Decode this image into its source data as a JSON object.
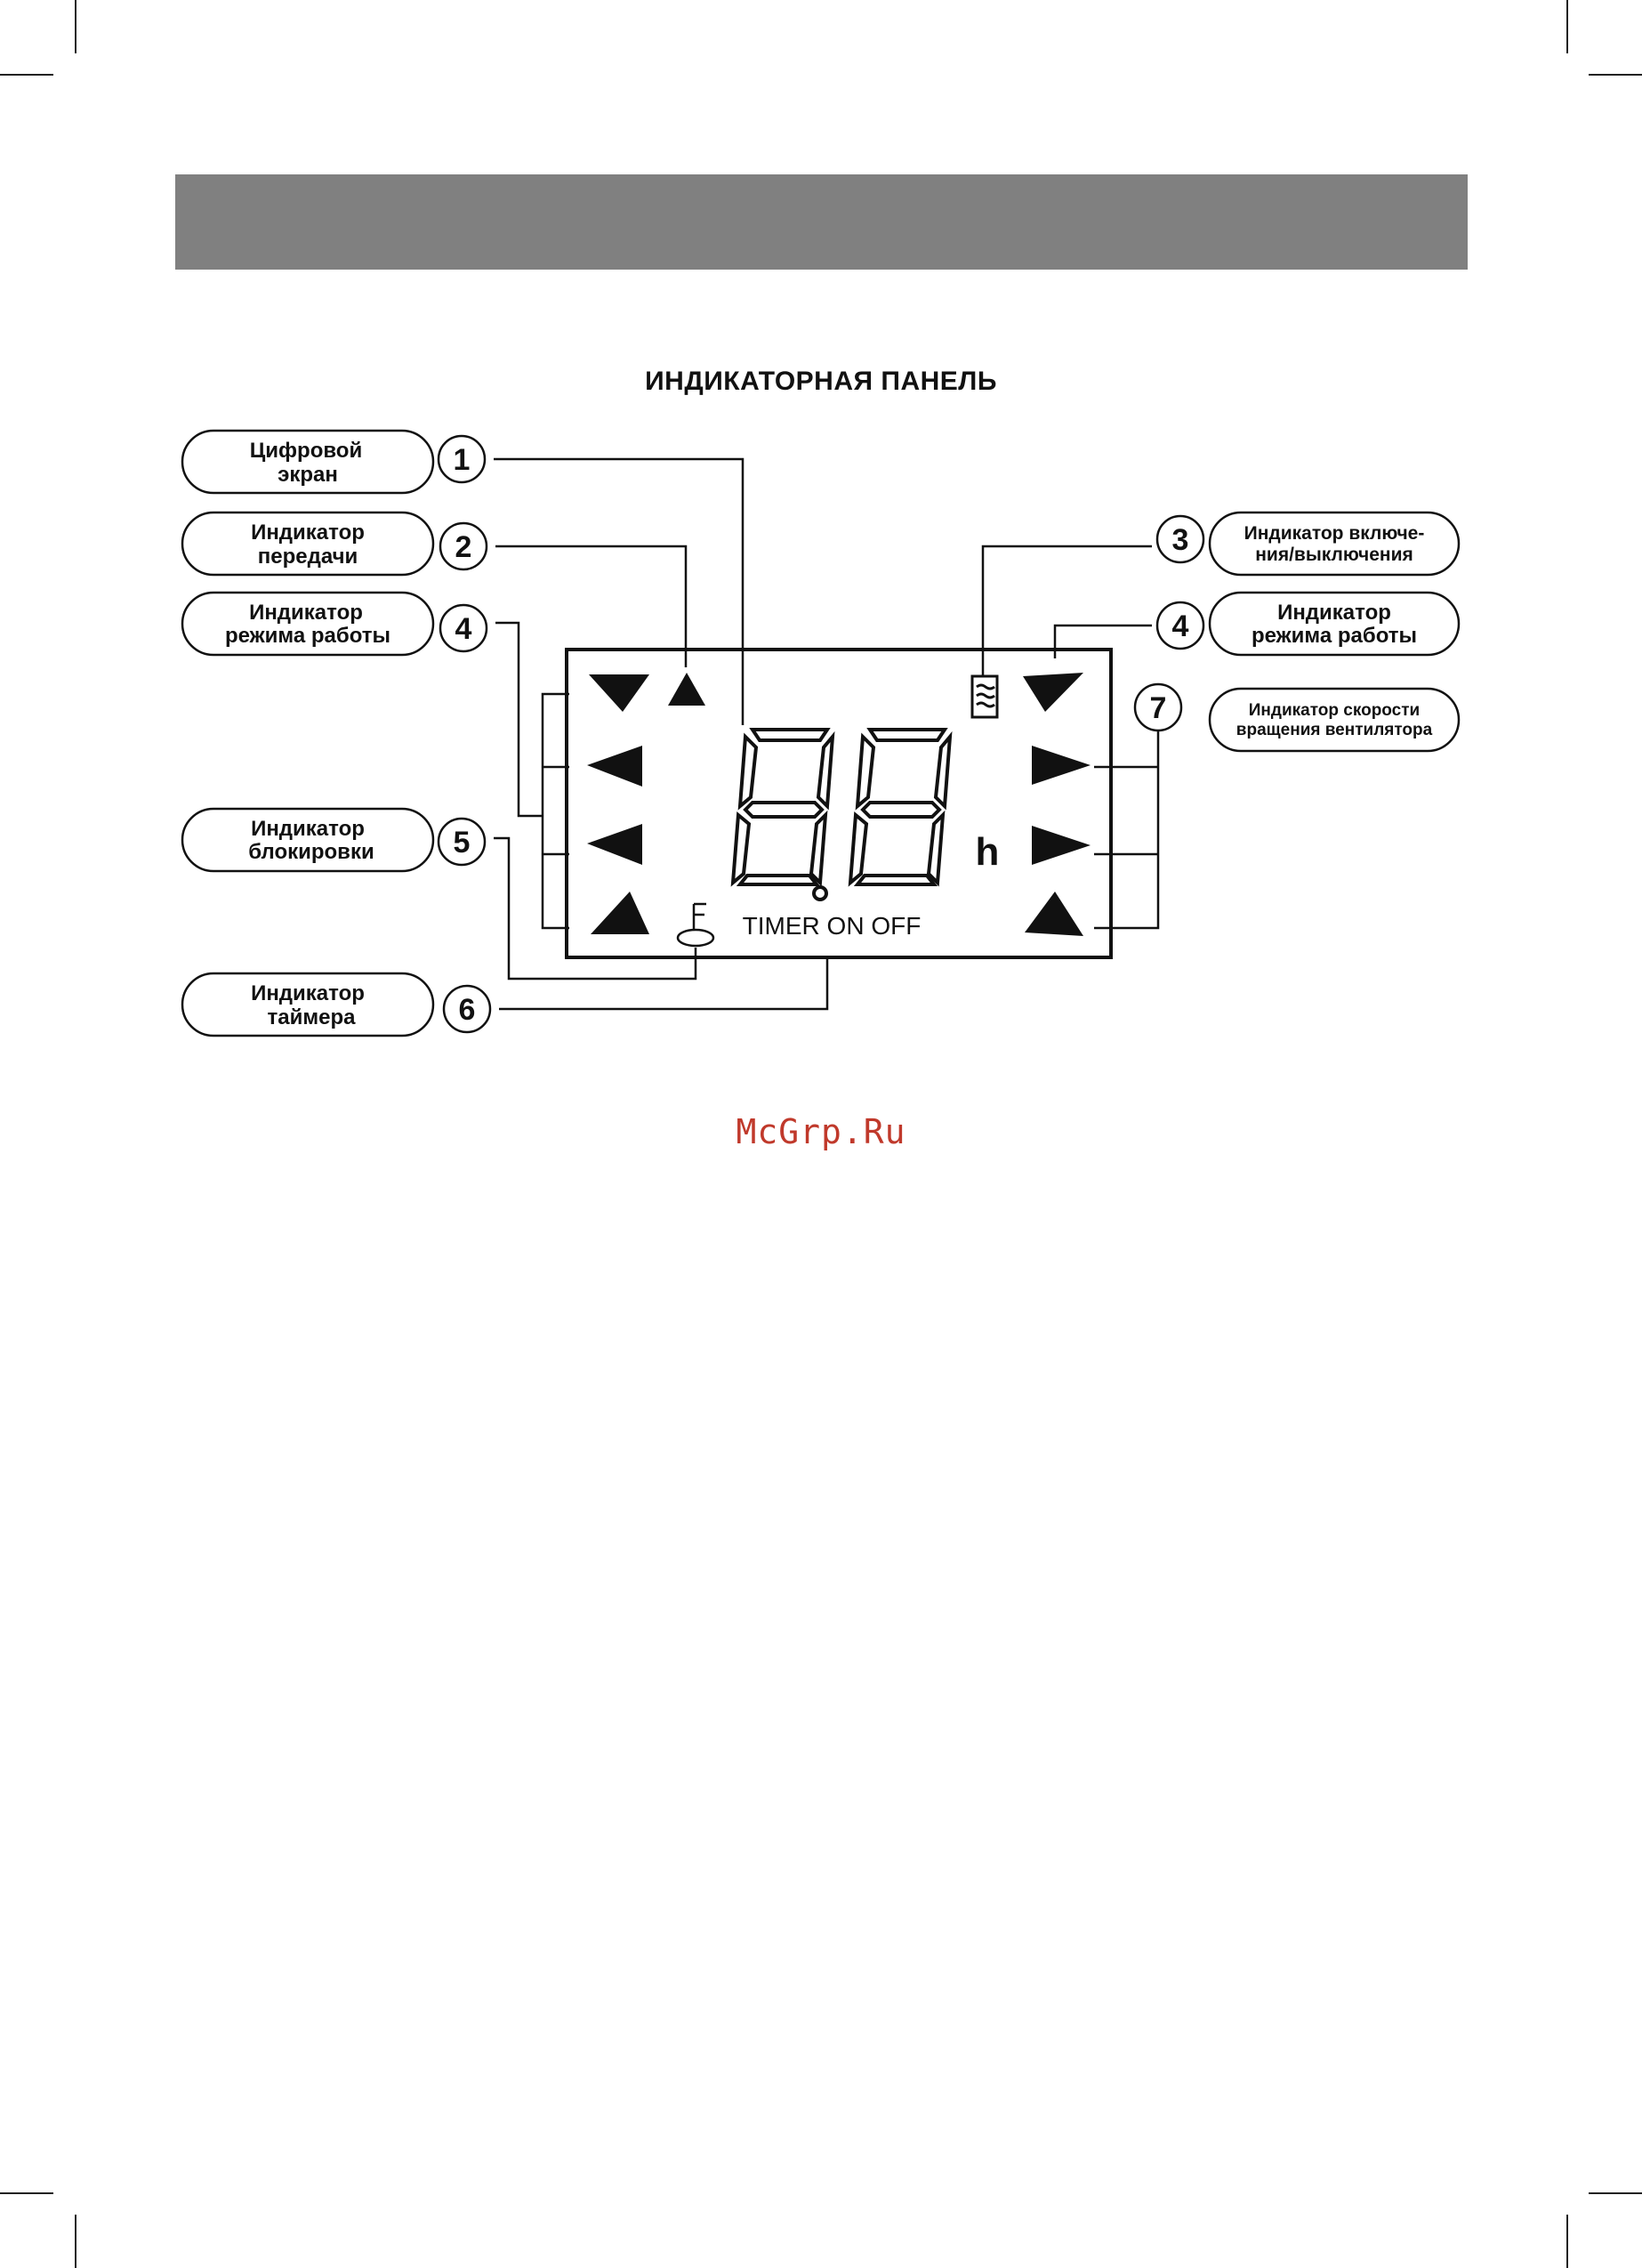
{
  "title": "ИНДИКАТОРНАЯ ПАНЕЛЬ",
  "callouts": [
    {
      "number": "1",
      "line1": "Цифровой",
      "line2": "экран"
    },
    {
      "number": "2",
      "line1": "Индикатор",
      "line2": "передачи"
    },
    {
      "number": "4",
      "line1": "Индикатор",
      "line2": "режима работы"
    },
    {
      "number": "5",
      "line1": "Индикатор",
      "line2": "блокировки"
    },
    {
      "number": "6",
      "line1": "Индикатор",
      "line2": "таймера"
    },
    {
      "number": "3",
      "line1": "Индикатор включе-",
      "line2": "ния/выключения"
    },
    {
      "number": "4",
      "line1": "Индикатор",
      "line2": "режима работы"
    },
    {
      "number": "7",
      "line1": "Индикатор скорости",
      "line2": "вращения вентилятора"
    }
  ],
  "display": {
    "digits": "8.8",
    "unit": "h",
    "timer_text": "TIMER ON OFF"
  },
  "watermark": "McGrp.Ru",
  "colors": {
    "header_bar": "#808080",
    "ink": "#111111",
    "watermark": "#c0392b"
  }
}
